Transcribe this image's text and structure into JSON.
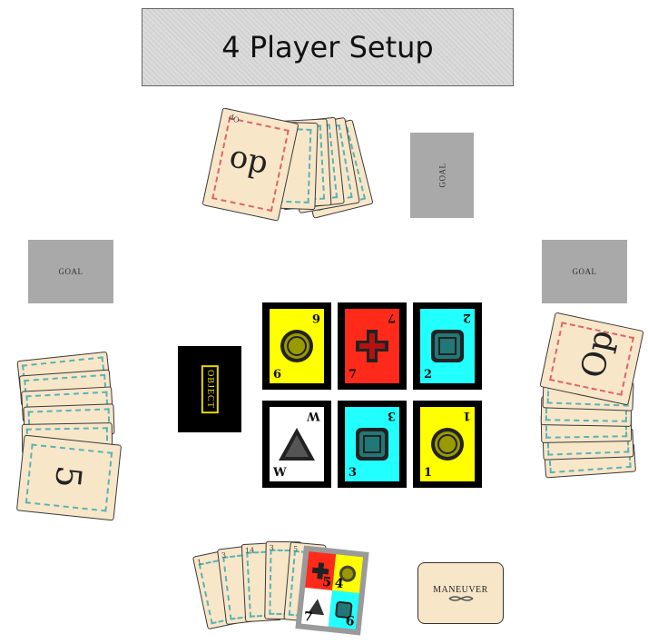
{
  "title": "4 Player Setup",
  "goal_cards": {
    "top": "GOAL",
    "left": "GOAL",
    "right": "GOAL"
  },
  "object_card": {
    "label": "OBJECT"
  },
  "maneuver_card": {
    "label": "MANEUVER"
  },
  "center_cards": [
    {
      "number": "6",
      "symbol": "circle",
      "bg": "#ffff00",
      "symbol_color": "#999900"
    },
    {
      "number": "7",
      "symbol": "cross",
      "bg": "#ff2a1a",
      "symbol_color": "#222222"
    },
    {
      "number": "2",
      "symbol": "square",
      "bg": "#22ffff",
      "symbol_color": "#227777"
    },
    {
      "number": "W",
      "symbol": "triangle",
      "bg": "#ffffff",
      "symbol_color": "#555555"
    },
    {
      "number": "3",
      "symbol": "square",
      "bg": "#22ffff",
      "symbol_color": "#227777"
    },
    {
      "number": "1",
      "symbol": "circle",
      "bg": "#ffff00",
      "symbol_color": "#999900"
    }
  ],
  "top_hand": {
    "front_card_text": "do",
    "back_card_text": "?"
  },
  "left_hand": {
    "front_card_number": "5"
  },
  "right_hand": {
    "front_card_text": "Op"
  },
  "bottom_hand": {
    "fan_numbers": [
      "1",
      "3",
      "14",
      "3",
      "5"
    ],
    "quad_card": [
      {
        "number": "5",
        "symbol": "cross",
        "bg": "#ff2a1a"
      },
      {
        "number": "4",
        "symbol": "circle",
        "bg": "#ffff00"
      },
      {
        "number": "7",
        "symbol": "triangle",
        "bg": "#ffffff"
      },
      {
        "number": "6",
        "symbol": "square",
        "bg": "#22ffff"
      }
    ]
  }
}
